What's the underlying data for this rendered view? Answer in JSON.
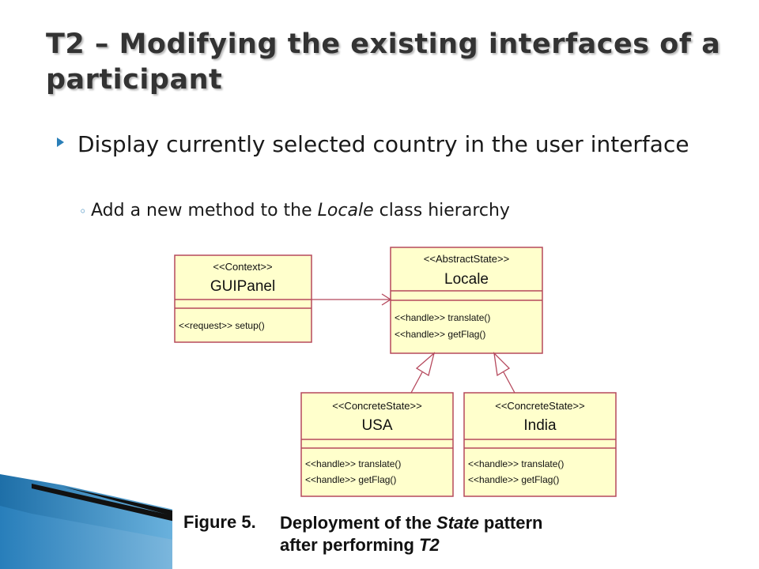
{
  "slide": {
    "title": "T2 – Modifying the existing interfaces of a participant",
    "bullet": "Display currently selected country in the user interface",
    "sub_bullet": {
      "before": "Add a new method to the ",
      "emphasis": "Locale",
      "after": " class hierarchy"
    }
  },
  "diagram": {
    "classes": {
      "guipanel": {
        "stereotype": "<<Context>>",
        "name": "GUIPanel",
        "methods": [
          "<<request>> setup()"
        ]
      },
      "locale": {
        "stereotype": "<<AbstractState>>",
        "name": "Locale",
        "methods": [
          "<<handle>> translate()",
          "<<handle>> getFlag()"
        ]
      },
      "usa": {
        "stereotype": "<<ConcreteState>>",
        "name": "USA",
        "methods": [
          "<<handle>> translate()",
          "<<handle>> getFlag()"
        ]
      },
      "india": {
        "stereotype": "<<ConcreteState>>",
        "name": "India",
        "methods": [
          "<<handle>> translate()",
          "<<handle>> getFlag()"
        ]
      }
    },
    "colors": {
      "box_fill": "#ffffcc",
      "box_stroke": "#b5485c",
      "accent": "#2a7fb8"
    }
  },
  "caption": {
    "label": "Figure 5.",
    "line1_before": "Deployment of the ",
    "line1_emphasis": "State",
    "line1_after": " pattern",
    "line2_before": "after performing ",
    "line2_emphasis": "T2"
  }
}
